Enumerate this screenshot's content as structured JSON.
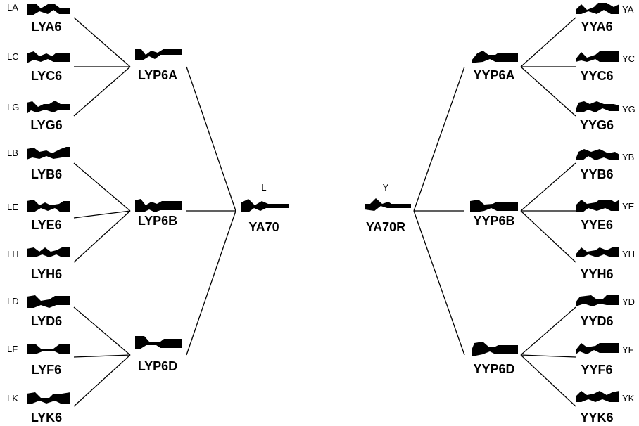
{
  "left_root": {
    "code": "L",
    "label": "YA70"
  },
  "right_root": {
    "code": "Y",
    "label": "YA70R"
  },
  "left_groups": [
    {
      "label": "LYP6A",
      "leaves": [
        {
          "code": "LA",
          "label": "LYA6"
        },
        {
          "code": "LC",
          "label": "LYC6"
        },
        {
          "code": "LG",
          "label": "LYG6"
        }
      ]
    },
    {
      "label": "LYP6B",
      "leaves": [
        {
          "code": "LB",
          "label": "LYB6"
        },
        {
          "code": "LE",
          "label": "LYE6"
        },
        {
          "code": "LH",
          "label": "LYH6"
        }
      ]
    },
    {
      "label": "LYP6D",
      "leaves": [
        {
          "code": "LD",
          "label": "LYD6"
        },
        {
          "code": "LF",
          "label": "LYF6"
        },
        {
          "code": "LK",
          "label": "LYK6"
        }
      ]
    }
  ],
  "right_groups": [
    {
      "label": "YYP6A",
      "leaves": [
        {
          "code": "YA",
          "label": "YYA6"
        },
        {
          "code": "YC",
          "label": "YYC6"
        },
        {
          "code": "YG",
          "label": "YYG6"
        }
      ]
    },
    {
      "label": "YYP6B",
      "leaves": [
        {
          "code": "YB",
          "label": "YYB6"
        },
        {
          "code": "YE",
          "label": "YYE6"
        },
        {
          "code": "YH",
          "label": "YYH6"
        }
      ]
    },
    {
      "label": "YYP6D",
      "leaves": [
        {
          "code": "YD",
          "label": "YYD6"
        },
        {
          "code": "YF",
          "label": "YYF6"
        },
        {
          "code": "YK",
          "label": "YYK6"
        }
      ]
    }
  ]
}
